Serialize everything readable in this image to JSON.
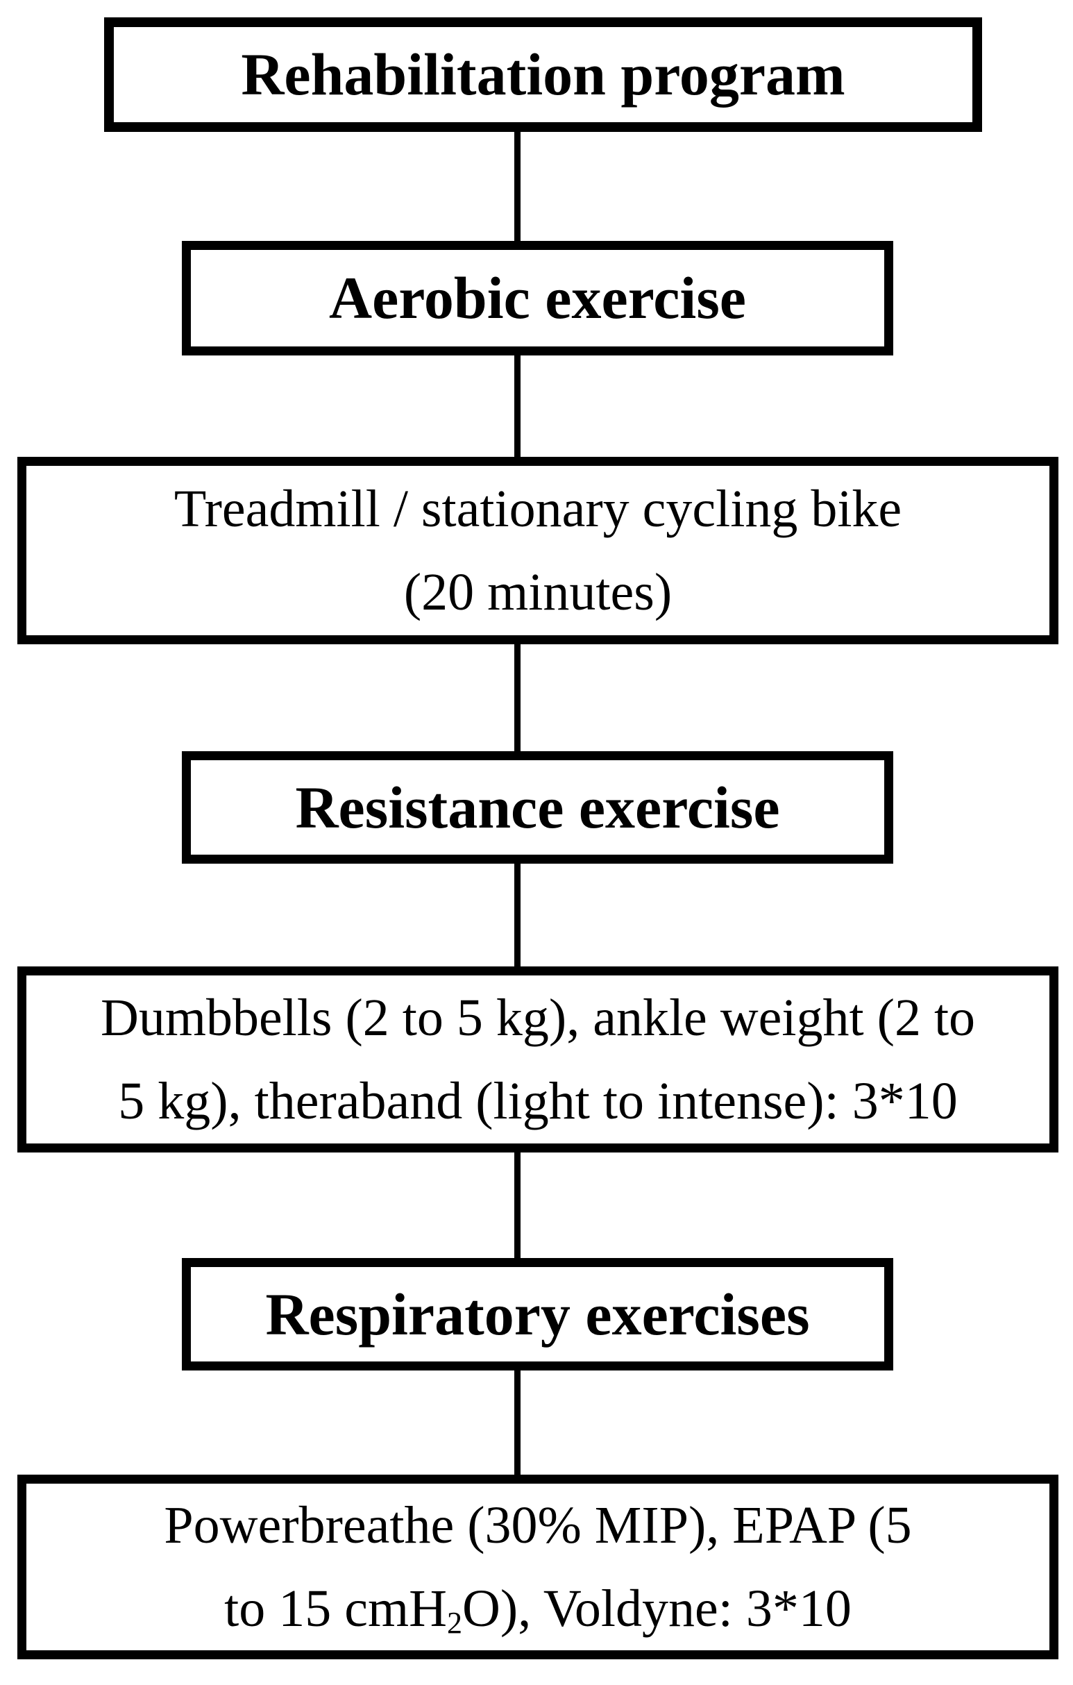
{
  "figure": {
    "type": "flowchart",
    "background_color": "#ffffff",
    "border_color": "#000000",
    "text_color": "#000000",
    "nodes": [
      {
        "id": "rehabilitation-program",
        "role": "title",
        "lines": [
          "Rehabilitation program"
        ]
      },
      {
        "id": "aerobic-exercise",
        "role": "section-heading",
        "lines": [
          "Aerobic exercise"
        ]
      },
      {
        "id": "aerobic-detail",
        "role": "detail",
        "lines": [
          "Treadmill / stationary cycling bike",
          "(20 minutes)"
        ]
      },
      {
        "id": "resistance-exercise",
        "role": "section-heading",
        "lines": [
          "Resistance exercise"
        ]
      },
      {
        "id": "resistance-detail",
        "role": "detail",
        "lines": [
          "Dumbbells (2 to 5 kg), ankle weight (2 to",
          "5 kg), theraband (light to intense): 3*10"
        ]
      },
      {
        "id": "respiratory-exercises",
        "role": "section-heading",
        "lines": [
          "Respiratory exercises"
        ]
      },
      {
        "id": "respiratory-detail",
        "role": "detail",
        "lines": [
          "Powerbreathe (30% MIP), EPAP (5"
        ],
        "line2": {
          "pre": "to 15 cmH",
          "sub": "2",
          "post": "O), Voldyne: 3*10"
        }
      }
    ]
  }
}
